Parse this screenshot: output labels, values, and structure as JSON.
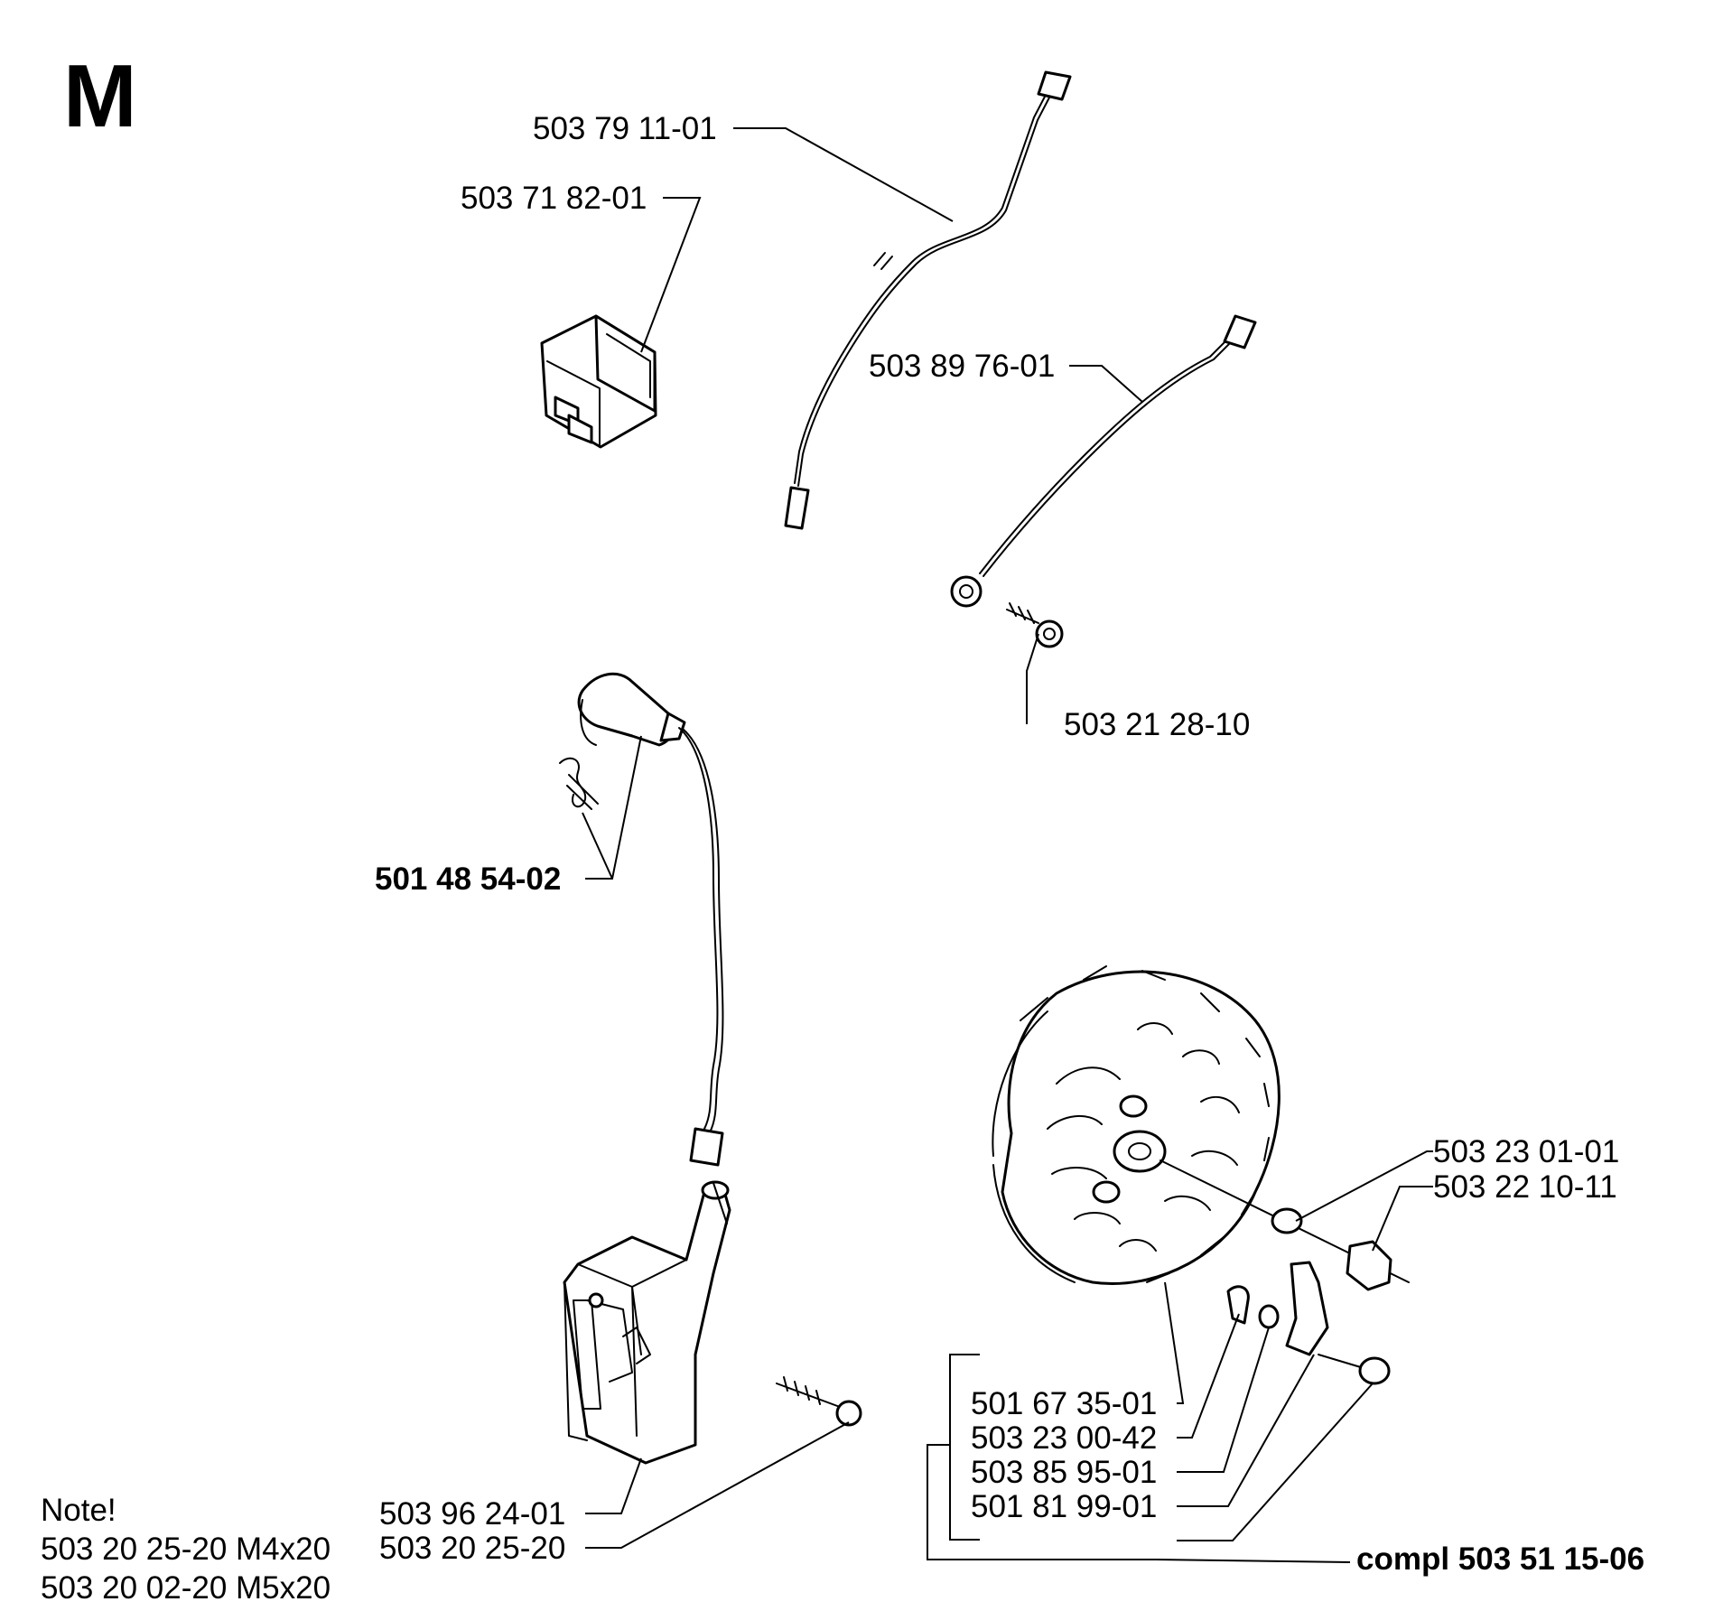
{
  "section_letter": "M",
  "labels": {
    "wire_a": "503 79 11-01",
    "switch": "503 71 82-01",
    "wire_b": "503 89 76-01",
    "screw_small": "503 21 28-10",
    "spark_cap": "501 48 54-02",
    "washer": "503 23 01-01",
    "nut": "503 22 10-11",
    "flywheel_key": "501 67 35-01",
    "washer_small": "503 23 00-42",
    "pawl": "503 85 95-01",
    "pawl_screw": "501 81 99-01",
    "flywheel_compl": "compl 503 51 15-06",
    "ignition_module": "503 96 24-01",
    "module_screw": "503 20 25-20"
  },
  "note": {
    "title": "Note!",
    "line1": "503 20 25-20 M4x20",
    "line2": "503 20 02-20 M5x20"
  }
}
